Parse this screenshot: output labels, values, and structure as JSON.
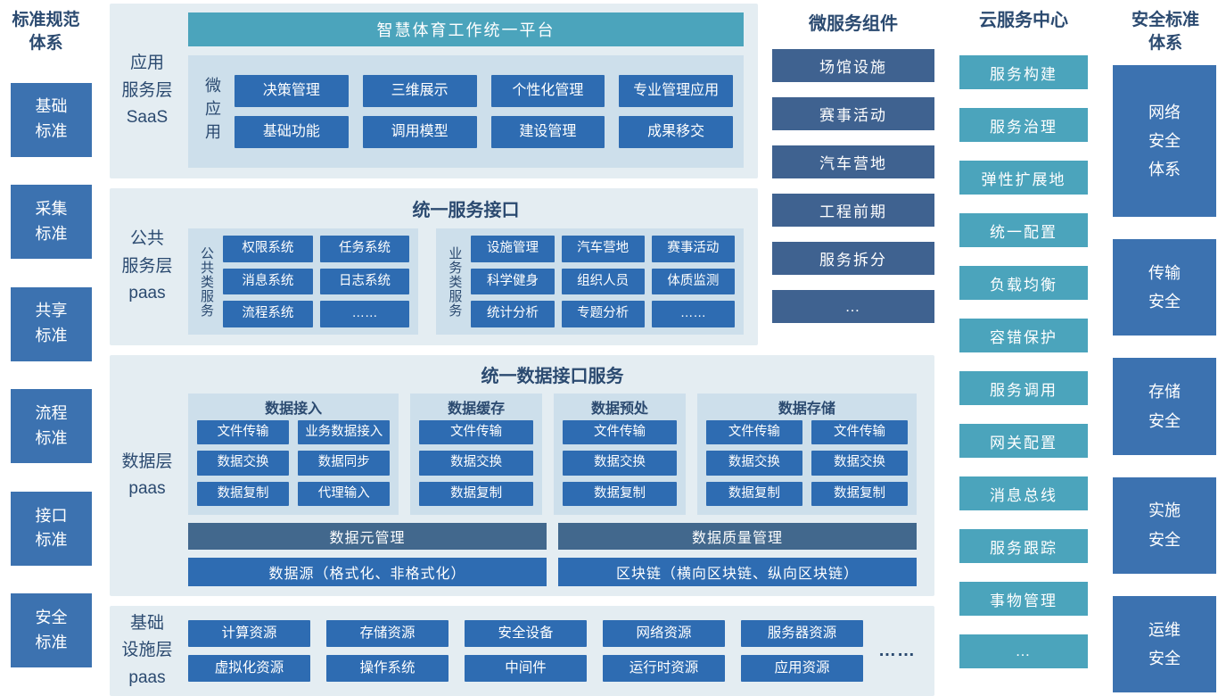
{
  "colors": {
    "panel_bg": "#e4edf2",
    "subpanel_bg": "#cddfeb",
    "primary_blue": "#2e6cb2",
    "side_blue": "#3c72b0",
    "navy": "#3f6290",
    "slate_bar": "#42688d",
    "teal": "#4ba4bc",
    "title_ink": "#2b4a70"
  },
  "left_column": {
    "title": "标准规范\n体系",
    "items": [
      "基础\n标准",
      "采集\n标准",
      "共享\n标准",
      "流程\n标准",
      "接口\n标准",
      "安全\n标准"
    ]
  },
  "saas": {
    "side_label": "应用\n服务层\nSaaS",
    "header": "智慧体育工作统一平台",
    "micro_label": "微应用",
    "rows": [
      [
        "决策管理",
        "三维展示",
        "个性化管理",
        "专业管理应用"
      ],
      [
        "基础功能",
        "调用模型",
        "建设管理",
        "成果移交"
      ]
    ]
  },
  "paas_public": {
    "side_label": "公共\n服务层\npaas",
    "title": "统一服务接口",
    "public_group": {
      "label": "公共类服务",
      "rows": [
        [
          "权限系统",
          "任务系统"
        ],
        [
          "消息系统",
          "日志系统"
        ],
        [
          "流程系统",
          "……"
        ]
      ]
    },
    "business_group": {
      "label": "业务类服务",
      "rows": [
        [
          "设施管理",
          "汽车营地",
          "赛事活动"
        ],
        [
          "科学健身",
          "组织人员",
          "体质监测"
        ],
        [
          "统计分析",
          "专题分析",
          "……"
        ]
      ]
    }
  },
  "microservices": {
    "title": "微服务组件",
    "items": [
      "场馆设施",
      "赛事活动",
      "汽车营地",
      "工程前期",
      "服务拆分",
      "…"
    ]
  },
  "data_layer": {
    "side_label": "数据层\npaas",
    "title": "统一数据接口服务",
    "groups": [
      {
        "title": "数据接入",
        "rows": [
          [
            "文件传输",
            "业务数据接入"
          ],
          [
            "数据交换",
            "数据同步"
          ],
          [
            "数据复制",
            "代理输入"
          ]
        ]
      },
      {
        "title": "数据缓存",
        "rows": [
          [
            "文件传输"
          ],
          [
            "数据交换"
          ],
          [
            "数据复制"
          ]
        ]
      },
      {
        "title": "数据预处",
        "rows": [
          [
            "文件传输"
          ],
          [
            "数据交换"
          ],
          [
            "数据复制"
          ]
        ]
      },
      {
        "title": "数据存储",
        "rows": [
          [
            "文件传输",
            "文件传输"
          ],
          [
            "数据交换",
            "数据交换"
          ],
          [
            "数据复制",
            "数据复制"
          ]
        ]
      }
    ],
    "bars": [
      "数据元管理",
      "数据质量管理"
    ],
    "bottom_bars": [
      "数据源（格式化、非格式化）",
      "区块链（横向区块链、纵向区块链）"
    ]
  },
  "infra": {
    "side_label": "基础\n设施层\npaas",
    "rows": [
      [
        "计算资源",
        "存储资源",
        "安全设备",
        "网络资源",
        "服务器资源"
      ],
      [
        "虚拟化资源",
        "操作系统",
        "中间件",
        "运行时资源",
        "应用资源"
      ]
    ],
    "ellipsis": "……"
  },
  "cloud": {
    "title": "云服务中心",
    "items": [
      "服务构建",
      "服务治理",
      "弹性扩展地",
      "统一配置",
      "负载均衡",
      "容错保护",
      "服务调用",
      "网关配置",
      "消息总线",
      "服务跟踪",
      "事物管理",
      "…"
    ]
  },
  "security": {
    "title": "安全标准\n体系",
    "items": [
      "网络\n安全\n体系",
      "传输\n安全",
      "存储\n安全",
      "实施\n安全",
      "运维\n安全"
    ]
  }
}
